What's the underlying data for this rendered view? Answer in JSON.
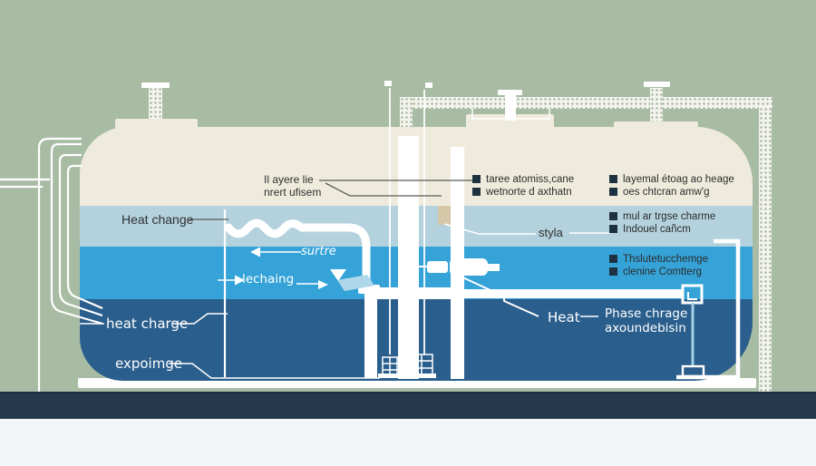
{
  "colors": {
    "bg": "#a8bca4",
    "tank-cream": "#efebdc",
    "layer-light": "#b4d2de",
    "layer-bright": "#35a3d8",
    "layer-dark": "#2a5e8c",
    "floor": "#24384e",
    "ground": "#f4f5f8",
    "pipe": "#ffffff",
    "speckle-base": "#f4f3ee",
    "speckle-dot": "#9cb399",
    "legend-square": "#1d3140",
    "dark-text": "#2f2f2f",
    "white-text": "#ffffff",
    "tan-block": "#d6c7a9",
    "drop-line": "#a5d2e6"
  },
  "labels": {
    "heat_change": "Heat change",
    "layer_note_line1": "Il ayere lie",
    "layer_note_line2": "nrert ufisem",
    "surtre": "surtre",
    "lechaing": "lechaing",
    "heat_charge": "heat charge",
    "expoimge": "expoimge",
    "styla": "styla",
    "heat": "Heat",
    "phase_line1": "Phase chrage",
    "phase_line2": "axoundebisin"
  },
  "legend_groups": [
    {
      "position": "top-left",
      "items": [
        "taree atomiss,cane",
        "wetnorte d axthatn"
      ]
    },
    {
      "position": "top-right",
      "items": [
        "layemal étoag ao heage",
        "oes chtcran amw'g"
      ]
    },
    {
      "position": "mid-right",
      "items": [
        "mul ar trgse charme",
        "Indouel cañcm"
      ]
    },
    {
      "position": "lower-right",
      "items": [
        "Thslutetucchemge",
        "clenine Comtterg"
      ]
    }
  ]
}
